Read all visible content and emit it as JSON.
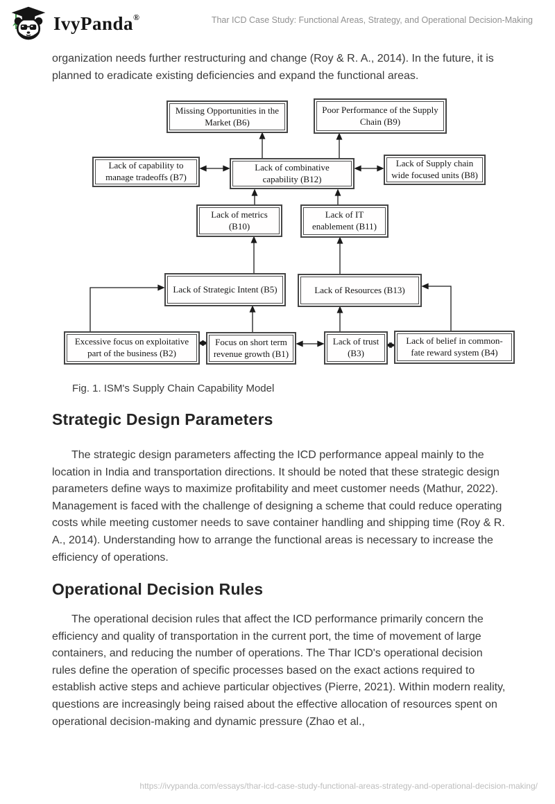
{
  "header": {
    "brand": "IvyPanda",
    "registered_mark": "®",
    "page_title": "Thar ICD Case Study: Functional Areas, Strategy, and Operational Decision-Making"
  },
  "content": {
    "intro_paragraph": "organization needs further restructuring and change (Roy & R. A., 2014). In the future, it is planned to eradicate existing deficiencies and expand the functional areas.",
    "sections": [
      {
        "heading": "Strategic Design Parameters",
        "paragraph": "The strategic design parameters affecting the ICD performance appeal mainly to the location in India and transportation directions. It should be noted that these strategic design parameters define ways to maximize profitability and meet customer needs (Mathur, 2022). Management is faced with the challenge of designing a scheme that could reduce operating costs while meeting customer needs to save container handling and shipping time (Roy & R. A., 2014). Understanding how to arrange the functional areas is necessary to increase the efficiency of operations."
      },
      {
        "heading": "Operational Decision Rules",
        "paragraph": "The operational decision rules that affect the ICD performance primarily concern the efficiency and quality of transportation in the current port, the time of movement of large containers, and reducing the number of operations. The Thar ICD's operational decision rules define the operation of specific processes based on the exact actions required to establish active steps and achieve particular objectives (Pierre, 2021). Within modern reality, questions are increasingly being raised about the effective allocation of resources spent on operational decision-making and dynamic pressure (Zhao et al.,"
      }
    ]
  },
  "figure": {
    "caption": "Fig. 1. ISM's Supply Chain Capability Model",
    "nodes": {
      "B1": {
        "label": "Focus on short term revenue growth (B1)"
      },
      "B2": {
        "label": "Excessive focus on exploitative part of the business (B2)"
      },
      "B3": {
        "label": "Lack of trust (B3)"
      },
      "B4": {
        "label": "Lack of belief in common-fate reward system (B4)"
      },
      "B5": {
        "label": "Lack of Strategic Intent (B5)"
      },
      "B6": {
        "label": "Missing Opportunities in the Market (B6)"
      },
      "B7": {
        "label": "Lack of capability to manage tradeoffs (B7)"
      },
      "B8": {
        "label": "Lack of Supply chain wide focused units (B8)"
      },
      "B9": {
        "label": "Poor Performance of the Supply Chain (B9)"
      },
      "B10": {
        "label": "Lack of metrics (B10)"
      },
      "B11": {
        "label": "Lack of IT enablement (B11)"
      },
      "B12": {
        "label": "Lack of combinative capability (B12)"
      },
      "B13": {
        "label": "Lack of Resources (B13)"
      }
    },
    "edges": [
      {
        "from": "B12",
        "to": "B6",
        "bidirectional": false
      },
      {
        "from": "B12",
        "to": "B9",
        "bidirectional": false
      },
      {
        "from": "B7",
        "to": "B12",
        "bidirectional": true
      },
      {
        "from": "B12",
        "to": "B8",
        "bidirectional": true
      },
      {
        "from": "B10",
        "to": "B12",
        "bidirectional": false
      },
      {
        "from": "B11",
        "to": "B12",
        "bidirectional": false
      },
      {
        "from": "B5",
        "to": "B10",
        "bidirectional": false
      },
      {
        "from": "B13",
        "to": "B11",
        "bidirectional": false
      },
      {
        "from": "B1",
        "to": "B5",
        "bidirectional": false
      },
      {
        "from": "B3",
        "to": "B13",
        "bidirectional": false
      },
      {
        "from": "B2",
        "to": "B5",
        "bidirectional": false
      },
      {
        "from": "B4",
        "to": "B13",
        "bidirectional": false
      },
      {
        "from": "B2",
        "to": "B1",
        "bidirectional": true
      },
      {
        "from": "B1",
        "to": "B3",
        "bidirectional": true
      },
      {
        "from": "B3",
        "to": "B4",
        "bidirectional": true
      }
    ]
  },
  "footer": {
    "url": "https://ivypanda.com/essays/thar-icd-case-study-functional-areas-strategy-and-operational-decision-making/"
  },
  "colors": {
    "logo_green": "#3f9748",
    "header_text": "#919191",
    "body_text": "#3a3a3a",
    "heading_text": "#242424",
    "footer_text": "#bdbdbd",
    "diagram_ink": "#1b1b1b"
  }
}
